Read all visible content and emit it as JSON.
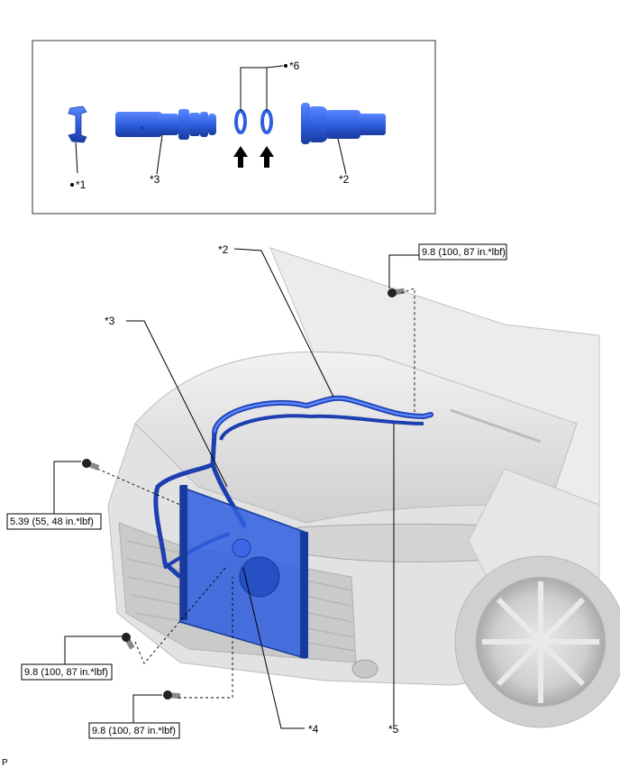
{
  "inset": {
    "labels": {
      "p1": "*1",
      "p3": "*3",
      "p6": "*6",
      "p2": "*2"
    }
  },
  "callouts": {
    "c2": "*2",
    "c3": "*3",
    "c4": "*4",
    "c5": "*5"
  },
  "torques": {
    "t1": "9.8 (100, 87 in.*lbf)",
    "t2": "5.39 (55, 48 in.*lbf)",
    "t3": "9.8 (100, 87 in.*lbf)",
    "t4": "9.8 (100, 87 in.*lbf)"
  },
  "footer": {
    "code": "P"
  },
  "colors": {
    "part_blue": "#2f5fe0",
    "part_dark": "#1d3fb0",
    "car_gray": "#d9d9d9"
  }
}
